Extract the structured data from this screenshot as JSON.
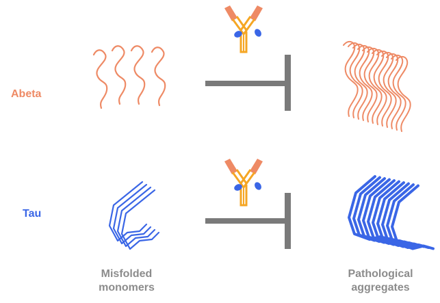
{
  "rows": [
    {
      "label": "Abeta",
      "color": "#ee8a65"
    },
    {
      "label": "Tau",
      "color": "#3a66e6"
    }
  ],
  "columns": {
    "left_line1": "Misfolded",
    "left_line2": "monomers",
    "right_line1": "Pathological",
    "right_line2": "aggregates"
  },
  "icons": {
    "antibody": "antibody-icon",
    "inhibition": "inhibition-arrow-icon"
  },
  "colors": {
    "inhibitor": "#7a7a7a",
    "antibody_body": "#f5a623",
    "antibody_tip": "#ee8a65",
    "antigen": "#3a66e6",
    "label_gray": "#8c8c8c"
  }
}
